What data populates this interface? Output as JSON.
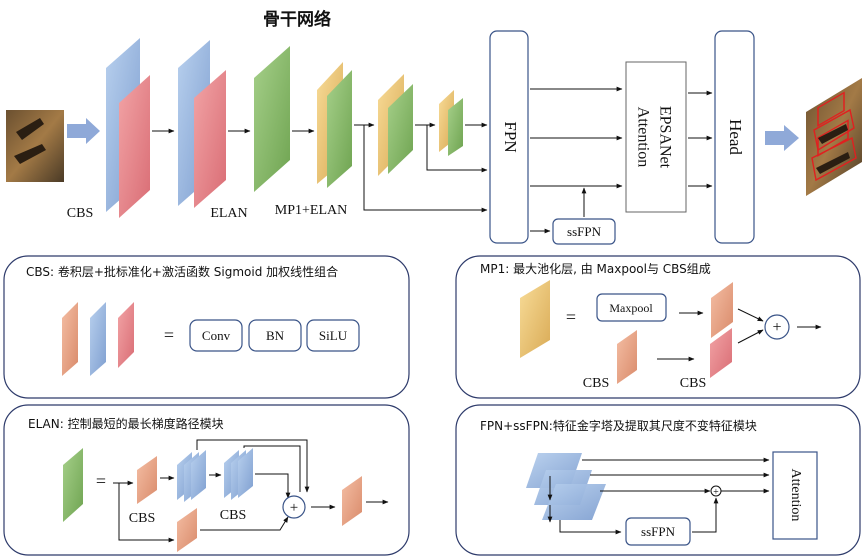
{
  "backbone": {
    "title": "骨干网络",
    "cbs_label": "CBS",
    "elan_label": "ELAN",
    "mp1_elan_label": "MP1+ELAN"
  },
  "neck": {
    "fpn_label": "FPN",
    "epsanet_label_line1": "EPSANet",
    "epsanet_label_line2": "Attention",
    "head_label": "Head",
    "ssfpn_label": "ssFPN"
  },
  "panels": {
    "cbs": {
      "title": "CBS: 卷积层+批标准化+激活函数 Sigmoid 加权线性组合",
      "equals": "=",
      "boxes": [
        "Conv",
        "BN",
        "SiLU"
      ]
    },
    "mp1": {
      "title": "MP1: 最大池化层, 由 Maxpool与 CBS组成",
      "equals": "=",
      "maxpool_label": "Maxpool",
      "cbs_left": "CBS",
      "cbs_right": "CBS",
      "plus": "+"
    },
    "elan": {
      "title": "ELAN: 控制最短的最长梯度路径模块",
      "equals": "=",
      "cbs_left": "CBS",
      "cbs_right": "CBS",
      "plus": "+"
    },
    "fpn_ssfpn": {
      "title": "FPN+ssFPN:特征金字塔及提取其尺度不变特征模块",
      "ssfpn_label": "ssFPN",
      "attention_label": "Attention",
      "plus": "+"
    }
  },
  "colors": {
    "blue": "#9bb9e0",
    "red": "#e98a8e",
    "green": "#8dbf6c",
    "yellow": "#f0cc7c",
    "salmon": "#eca88a",
    "panel_border": "#2e3b6b",
    "box_border": "#3a5488",
    "arrow_fill": "#8fa9d8"
  },
  "icons": [
    "input-image-icon",
    "output-detection-image-icon"
  ]
}
